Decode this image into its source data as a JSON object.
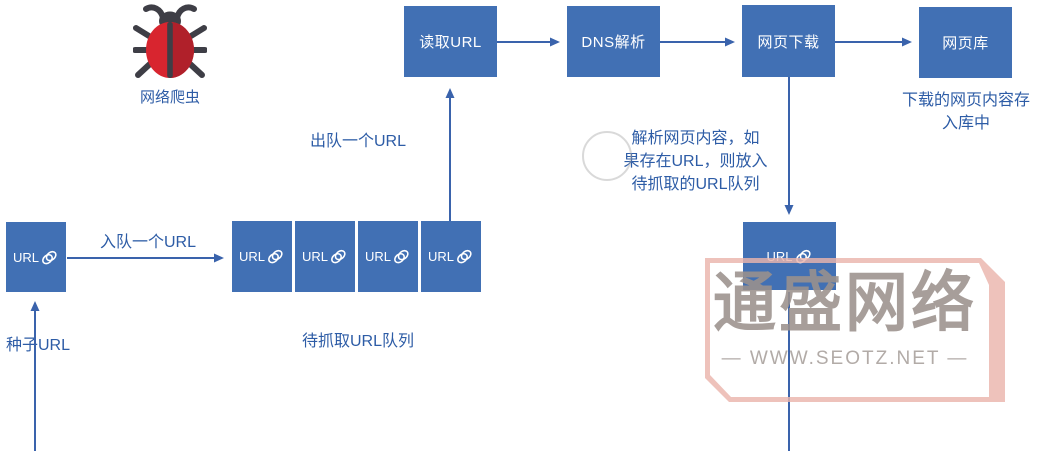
{
  "crawler": {
    "label": "网络爬虫"
  },
  "boxes": {
    "read_url": "读取URL",
    "dns": "DNS解析",
    "download": "网页下载",
    "library": "网页库",
    "url": "URL"
  },
  "labels": {
    "dequeue": "出队一个URL",
    "enqueue": "入队一个URL",
    "seed": "种子URL",
    "queue": "待抓取URL队列",
    "store_note": "下载的网页内容存\n入库中",
    "parse_note": "解析网页内容，如\n果存在URL，则放入\n待抓取的URL队列"
  },
  "watermark": {
    "brand": "通盛网络",
    "site": "— WWW.SEOTZ.NET —"
  },
  "colors": {
    "box": "#4170b4",
    "arrow": "#3a63ac",
    "text": "#2d5ca6",
    "bug_red": "#d8252f",
    "bug_dark_red": "#b0202a",
    "bug_gray": "#3e3e46",
    "wm_pink": "#eab4ac",
    "wm_gray": "#9b918d"
  }
}
